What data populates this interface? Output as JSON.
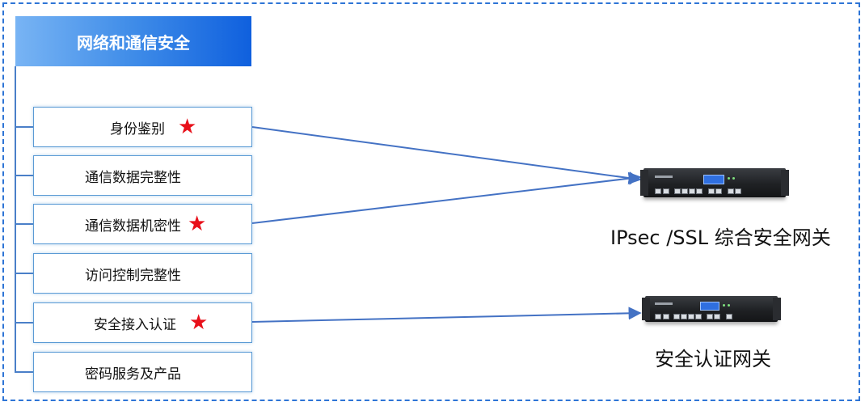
{
  "header": {
    "title": "网络和通信安全"
  },
  "items": [
    {
      "label": "身份鉴别",
      "starred": true
    },
    {
      "label": "通信数据完整性",
      "starred": false
    },
    {
      "label": "通信数据机密性",
      "starred": true
    },
    {
      "label": "访问控制完整性",
      "starred": false
    },
    {
      "label": "安全接入认证",
      "starred": true
    },
    {
      "label": "密码服务及产品",
      "starred": false
    }
  ],
  "devices": [
    {
      "caption": "IPsec /SSL 综合安全网关"
    },
    {
      "caption": "安全认证网关"
    }
  ],
  "colors": {
    "accent": "#0f60de",
    "line": "#4472c4",
    "star": "#e8101a",
    "border": "#5b9bd5"
  },
  "icons": {
    "star": "star-icon",
    "device": "network-gateway-device-icon"
  }
}
